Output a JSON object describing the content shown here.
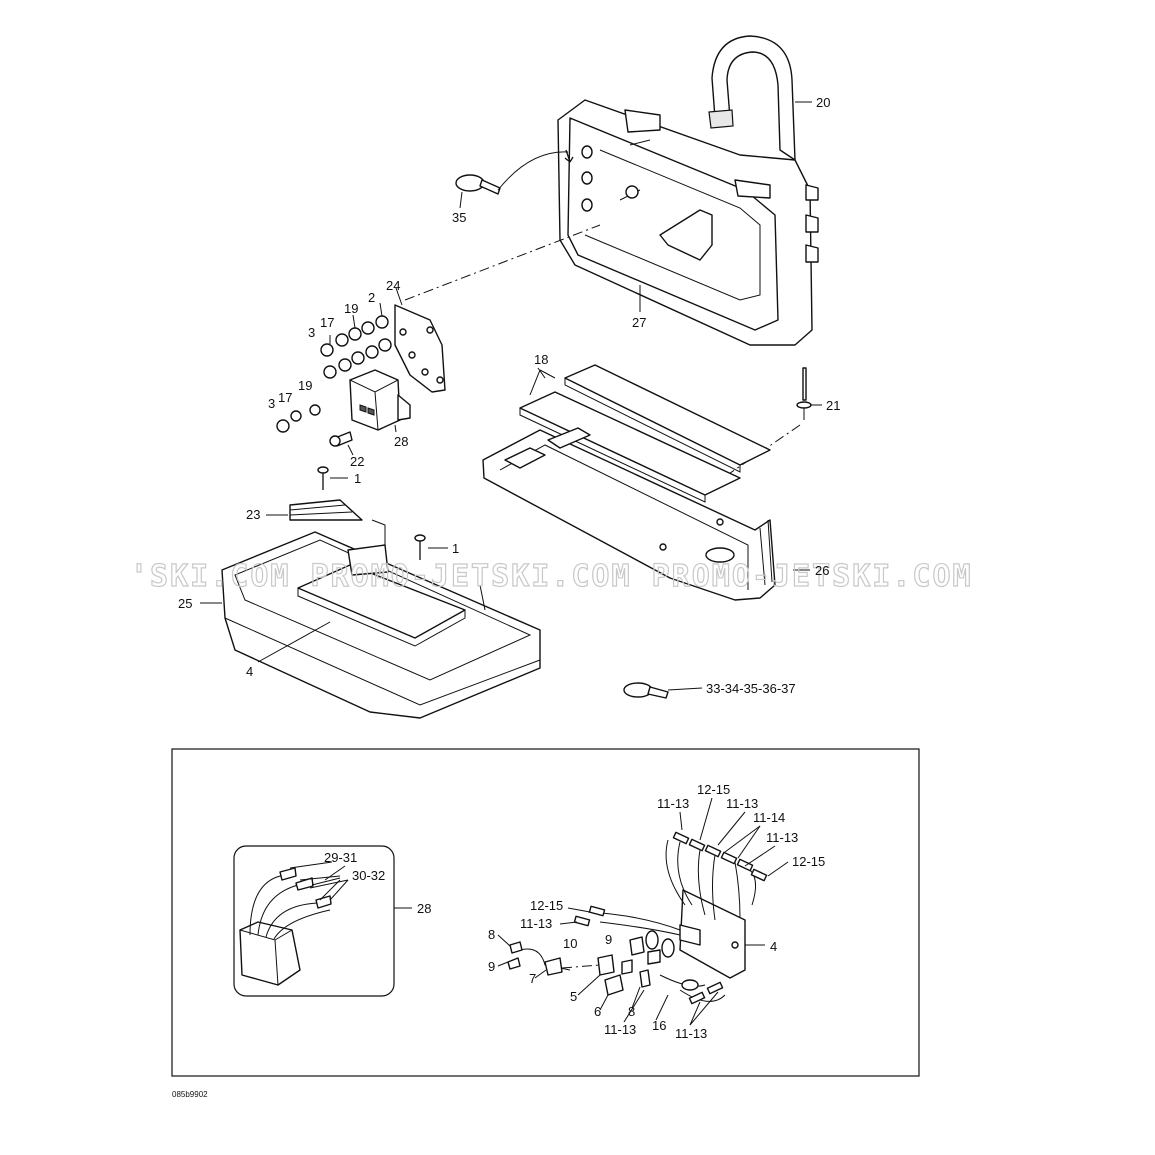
{
  "watermark": "'SKI.COM  PROMO-JETSKI.COM  PROMO-JETSKI.COM",
  "drawing_code": "085b9902",
  "callouts": {
    "c20": "20",
    "c35": "35",
    "c27": "27",
    "c24": "24",
    "c2": "2",
    "c19a": "19",
    "c17a": "17",
    "c3a": "3",
    "c19b": "19",
    "c17b": "17",
    "c3b": "3",
    "c22": "22",
    "c28": "28",
    "c18": "18",
    "c21": "21",
    "c1a": "1",
    "c1b": "1",
    "c23": "23",
    "c26": "26",
    "c25": "25",
    "c4": "4",
    "c33": "33-34-35-36-37"
  },
  "detail_callouts": {
    "d1113a": "11-13",
    "d1215a": "12-15",
    "d1113b": "11-13",
    "d1114": "11-14",
    "d1113c": "11-13",
    "d1215b": "12-15",
    "d2931": "29-31",
    "d3032": "30-32",
    "d28": "28",
    "d1215c": "12-15",
    "d1113d": "11-13",
    "d8a": "8",
    "d10": "10",
    "d9a": "9",
    "d4": "4",
    "d9b": "9",
    "d7": "7",
    "d5": "5",
    "d6": "6",
    "d8b": "8",
    "d16": "16",
    "d1113e": "11-13",
    "d1113f": "11-13"
  }
}
